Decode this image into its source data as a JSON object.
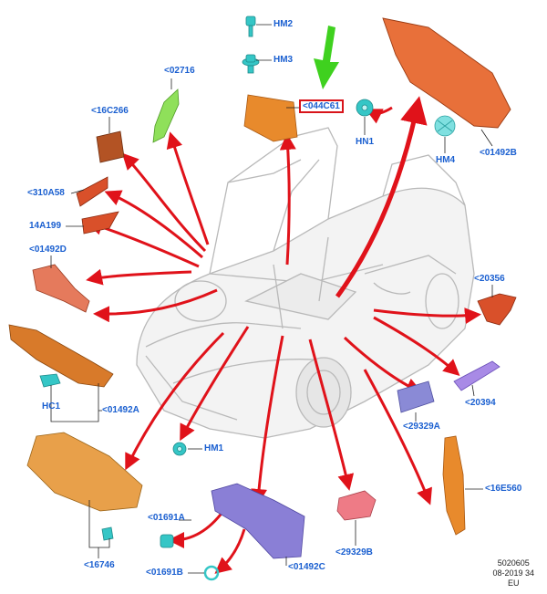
{
  "colors": {
    "label": "#1a5fd0",
    "arrow": "#e0121a",
    "highlight_box": "#d8141a",
    "indicator_arrow": "#3fd11f",
    "part_orange": "#e88a2c",
    "part_red_orange": "#d9502a",
    "part_green": "#8fe05a",
    "part_purple": "#8a7fd6",
    "part_teal": "#35c6c6",
    "part_pink": "#ee7b86"
  },
  "labels": {
    "hm2": "HM2",
    "hm3": "HM3",
    "p044c61": "<044C61",
    "p02716": "<02716",
    "p16c266": "<16C266",
    "hn1": "HN1",
    "hm4": "HM4",
    "p01492b": "<01492B",
    "p310a58": "<310A58",
    "p14a199": "14A199",
    "p01492d": "<01492D",
    "p20356": "<20356",
    "p20394": "<20394",
    "hc1": "HC1",
    "p01492a": "<01492A",
    "p29329a": "<29329A",
    "hm1": "HM1",
    "p16e560": "<16E560",
    "p01691a": "<01691A",
    "p16746": "<16746",
    "p01691b": "<01691B",
    "p01492c": "<01492C",
    "p29329b": "<29329B"
  },
  "footer": {
    "ref": "5020605",
    "date": "08-2019 34",
    "region": "EU"
  }
}
